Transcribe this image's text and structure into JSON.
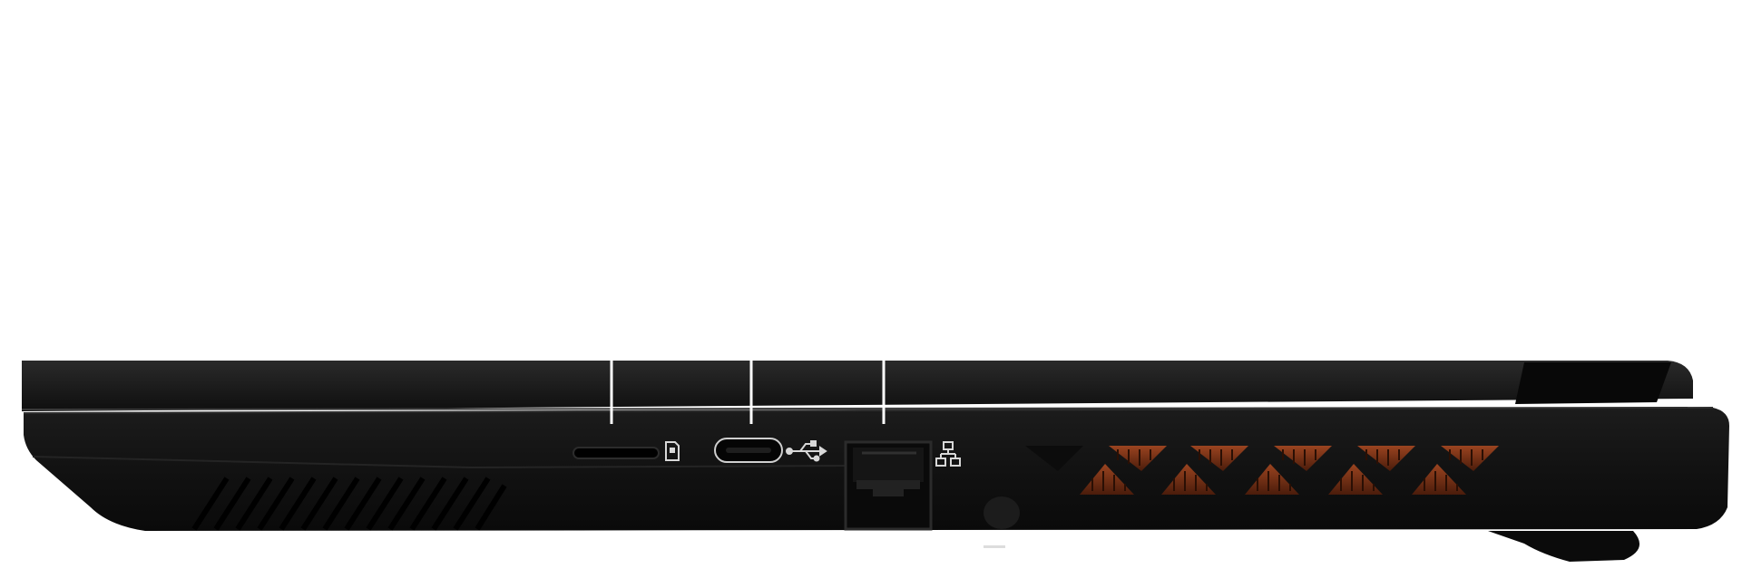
{
  "product_view": {
    "background_color": "#ffffff",
    "body_color": "#131313",
    "vent_color": "#8a3a18",
    "callout_line_color": "#ffffff",
    "ports": [
      {
        "name": "card-reader-slot",
        "icon": "sd-card-icon"
      },
      {
        "name": "usb-c-port",
        "icon": "usb-icon"
      },
      {
        "name": "ethernet-port",
        "icon": "network-lan-icon"
      }
    ]
  }
}
